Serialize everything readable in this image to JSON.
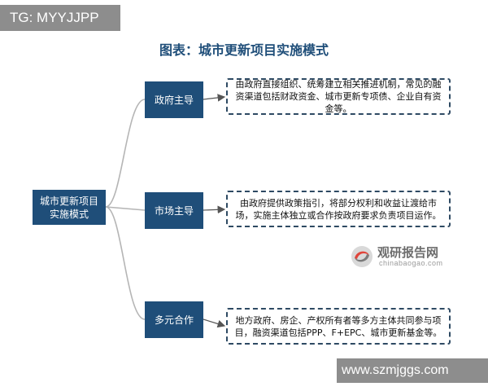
{
  "tag": {
    "text": "TG: MYYJJPP"
  },
  "title": "图表：城市更新项目实施模式",
  "root": {
    "label": "城市更新项目实施模式"
  },
  "modes": [
    {
      "label": "政府主导",
      "description": "由政府直接组织、统筹建立相关推进机制，常见的融资渠道包括财政资金、城市更新专项债、企业自有资金等。"
    },
    {
      "label": "市场主导",
      "description": "由政府提供政策指引，将部分权利和收益让渡给市场，实施主体独立或合作按政府要求负责项目运作。"
    },
    {
      "label": "多元合作",
      "description": "地方政府、房企、产权所有者等多方主体共同参与项目，融资渠道包括PPP、F+EPC、城市更新基金等。"
    }
  ],
  "logo": {
    "name": "观研报告网",
    "url": "chinabaogao.com"
  },
  "watermark": {
    "text": "www.szmjggs.com"
  },
  "colors": {
    "box": "#1f4e79",
    "line": "#b5b5b5",
    "arrow": "#555555",
    "title": "#1f4e79"
  }
}
